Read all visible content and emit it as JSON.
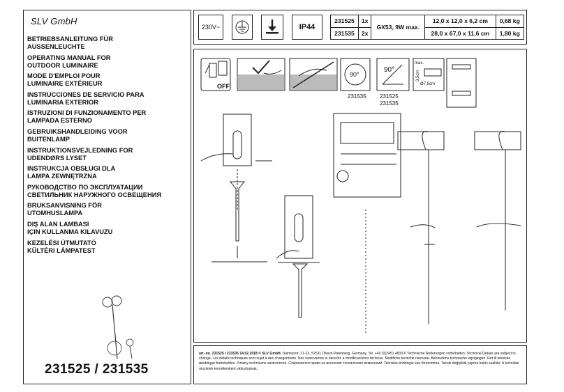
{
  "brand": "SLV GmbH",
  "languages": [
    "BETRIEBSANLEITUNG FÜR\nAUSSENLEUCHTE",
    "OPERATING MANUAL FOR\nOUTDOOR LUMINAIRE",
    "MODE D'EMPLOI POUR\nLUMINAIRE EXTÉRIEUR",
    "INSTRUCCIONES DE SERVICIO PARA\nLUMINARIA EXTERIOR",
    "ISTRUZIONI DI FUNZIONAMENTO PER\nLAMPADA ESTERNO",
    "GEBRUIKSHANDLEIDING VOOR\nBUITENLAMP",
    "INSTRUKTIONSVEJLEDNING FOR\nUDENDØRS LYSET",
    "INSTRUKCJA OBSŁUGI DLA\nLAMPA ZEWNĘTRZNA",
    "РУКОВОДСТВО ПО ЭКСПЛУАТАЦИИ\nСВЕТИЛЬНИК НАРУЖНОГО ОСВЕЩЕНИЯ",
    "BRUKSANVISNING FÖR\nUTOMHUSLAMPA",
    "DIŞ ALAN LAMBASI\nIÇIN KULLANMA KILAVUZU",
    "KEZELÉSI ÚTMUTATÓ\nKÜLTÉRI LÁMPATEST"
  ],
  "model_title": "231525 / 231535",
  "specs": {
    "voltage": "230V~",
    "protection": "IP44",
    "lamp": "GX53, 9W max.",
    "rows": [
      {
        "article": "231525",
        "qty": "1x",
        "dims": "12,0 x 12,0 x 6,2 cm",
        "weight": "0,68 kg"
      },
      {
        "article": "231535",
        "qty": "2x",
        "dims": "28,0 x 67,0 x 11,6 cm",
        "weight": "1,80 kg"
      }
    ]
  },
  "illustrations": {
    "off_label": "OFF",
    "angle_90": "90°",
    "angle_90b": "90°",
    "caption_231535": "231535",
    "caption_a": "231525",
    "caption_b": "231535",
    "max_label": "max.",
    "height_label": "3,5cm",
    "dia_label": "Ø7,5cm"
  },
  "footer": {
    "head": "art.-no. 231525 / 231535   14.02.2018 © SLV GmbH,",
    "text": " Daimlerstr. 21-23, 52531 Übach-Palenberg, Germany, Tel. +49 (0)2451 4833-0   Technische Änderungen vorbehalten. Technical Details are subject to change. Les détails techniques sont sujet à des changements. Nos reservamos el derecho a modificaciones técnicas. Modifiche tecniche riservate. Behoudens technische wijzigingen. Ret til tekniske ændringer forbeholdes. Zmiany techniczne zastrzeżone. Сохраняется право на внесение технических изменений. Tekniska ändringar kan förekomma. Teknik değişiklik yapma hakkı saklıdır. A technikai részletek termékenként változhatnak."
  }
}
